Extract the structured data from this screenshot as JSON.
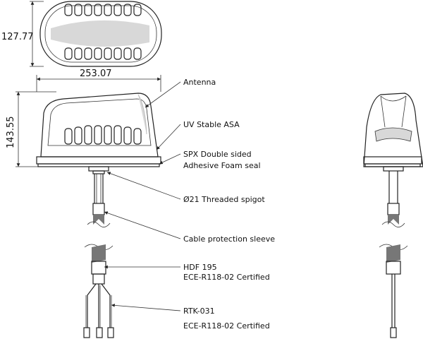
{
  "dimensions": {
    "top_depth": "127.77",
    "width": "253.07",
    "height": "143.55"
  },
  "callouts": {
    "antenna": "Antenna",
    "uv_asa": "UV Stable ASA",
    "spx_line1": "SPX Double sided",
    "spx_line2": "Adhesive Foam seal",
    "spigot": "Ø21 Threaded spigot",
    "sleeve": "Cable protection sleeve",
    "hdf_line1": "HDF 195",
    "hdf_line2": "ECE-R118-02 Certified",
    "rtk_line1": "RTK-031",
    "rtk_line2": "ECE-R118-02 Certified"
  }
}
